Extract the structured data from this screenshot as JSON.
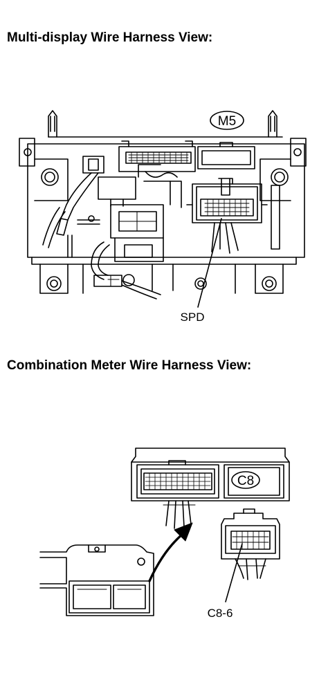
{
  "headings": {
    "multi_display": "Multi-display Wire Harness View:",
    "combination_meter": "Combination Meter Wire Harness View:"
  },
  "labels": {
    "connector_m5": "M5",
    "callout_spd": "SPD",
    "connector_c8": "C8",
    "callout_c8_6": "C8-6"
  },
  "colors": {
    "line": "#000000",
    "background": "#ffffff"
  }
}
